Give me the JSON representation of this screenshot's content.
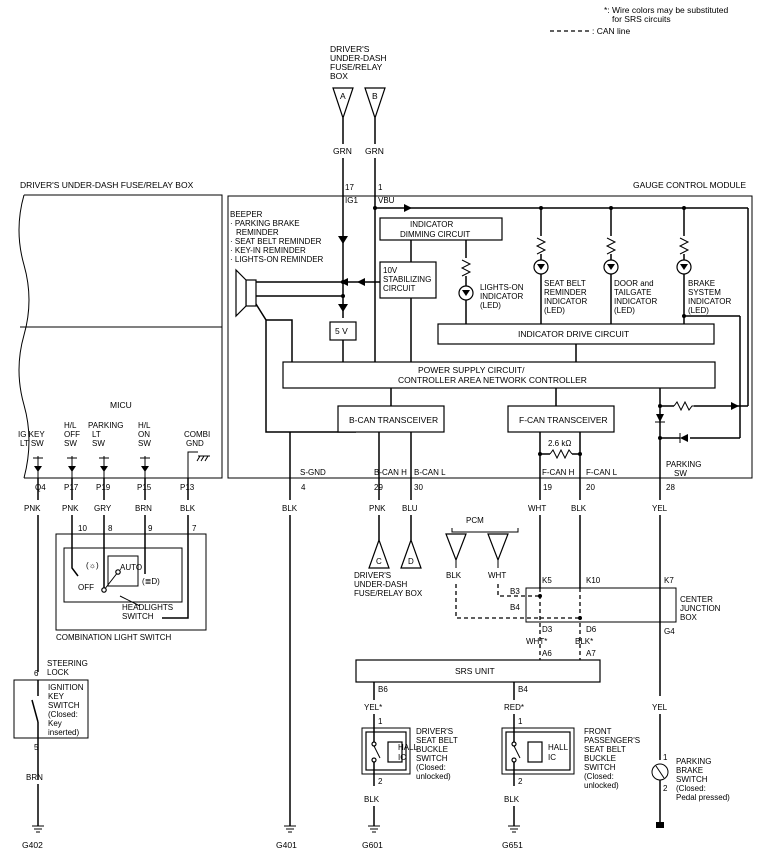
{
  "legend": {
    "wire_note_1": "*: Wire colors may be substituted",
    "wire_note_2": "for SRS circuits",
    "can_note": ": CAN line"
  },
  "fuse_box_top": {
    "l1": "DRIVER'S",
    "l2": "UNDER-DASH",
    "l3": "FUSE/RELAY",
    "l4": "BOX",
    "conn_a": "A",
    "conn_b": "B",
    "wire_a": "GRN",
    "wire_b": "GRN"
  },
  "left_box_title": "DRIVER'S UNDER-DASH FUSE/RELAY BOX",
  "gauge_title": "GAUGE CONTROL MODULE",
  "pins_top": {
    "p17": "17",
    "ig1": "IG1",
    "p1": "1",
    "vbu": "VBU"
  },
  "beeper": {
    "l1": "BEEPER",
    "l2": "· PARKING BRAKE",
    "l3": "REMINDER",
    "l4": "· SEAT BELT REMINDER",
    "l5": "· KEY-IN REMINDER",
    "l6": "· LIGHTS-ON REMINDER"
  },
  "dimming": {
    "l1": "INDICATOR",
    "l2": "DIMMING CIRCUIT"
  },
  "stab": {
    "l1": "10V",
    "l2": "STABILIZING",
    "l3": "CIRCUIT"
  },
  "five_v": "5 V",
  "lights_on": {
    "l1": "LIGHTS-ON",
    "l2": "INDICATOR",
    "l3": "(LED)"
  },
  "seatbelt_ind": {
    "l1": "SEAT BELT",
    "l2": "REMINDER",
    "l3": "INDICATOR",
    "l4": "(LED)"
  },
  "door_ind": {
    "l1": "DOOR and",
    "l2": "TAILGATE",
    "l3": "INDICATOR",
    "l4": "(LED)"
  },
  "brake_ind": {
    "l1": "BRAKE",
    "l2": "SYSTEM",
    "l3": "INDICATOR",
    "l4": "(LED)"
  },
  "drive_circuit": "INDICATOR DRIVE CIRCUIT",
  "power": {
    "l1": "POWER SUPPLY CIRCUIT/",
    "l2": "CONTROLLER AREA NETWORK CONTROLLER"
  },
  "bcan": "B-CAN TRANSCEIVER",
  "fcan": "F-CAN TRANSCEIVER",
  "resistor": "2.6 kΩ",
  "parking_sw": {
    "l1": "PARKING",
    "l2": "SW"
  },
  "micu": "MICU",
  "micu_sw": {
    "ig_key_1": "IG KEY",
    "ig_key_2": "LT SW",
    "hl_off_1": "H/L",
    "hl_off_2": "OFF",
    "hl_off_3": "SW",
    "park_1": "PARKING",
    "park_2": "LT",
    "park_3": "SW",
    "hl_on_1": "H/L",
    "hl_on_2": "ON",
    "hl_on_3": "SW",
    "combi_1": "COMBI",
    "combi_2": "GND"
  },
  "micu_pins": {
    "q4": "Q4",
    "p17": "P17",
    "p19": "P19",
    "p15": "P15",
    "p13": "P13"
  },
  "micu_wires": {
    "pnk1": "PNK",
    "pnk2": "PNK",
    "gry": "GRY",
    "brn": "BRN",
    "blk": "BLK"
  },
  "gcm_pins": {
    "sgnd": "S-GND",
    "p4": "4",
    "bcanh": "B-CAN H",
    "p29": "29",
    "bcanl": "B-CAN L",
    "p30": "30",
    "fcanh": "F-CAN H",
    "p19": "19",
    "fcanl": "F-CAN L",
    "p20": "20",
    "p28": "28"
  },
  "gcm_wires": {
    "blk": "BLK",
    "pnk": "PNK",
    "blu": "BLU",
    "wht": "WHT",
    "blk2": "BLK",
    "yel": "YEL"
  },
  "combo": {
    "p10": "10",
    "p8": "8",
    "p9": "9",
    "p7": "7",
    "sym1": "(☼)",
    "auto": "AUTO",
    "sym2": "(≣D)",
    "off": "OFF",
    "hl1": "HEADLIGHTS",
    "hl2": "SWITCH",
    "title": "COMBINATION LIGHT SWITCH"
  },
  "fuse_bottom": {
    "c": "C",
    "d": "D",
    "l1": "DRIVER'S",
    "l2": "UNDER-DASH",
    "l3": "FUSE/RELAY BOX"
  },
  "pcm": {
    "title": "PCM",
    "blk": "BLK",
    "wht": "WHT"
  },
  "cjb": {
    "k5": "K5",
    "k10": "K10",
    "k7": "K7",
    "b3": "B3",
    "b4": "B4",
    "l1": "CENTER",
    "l2": "JUNCTION",
    "l3": "BOX",
    "g4": "G4",
    "d3": "D3",
    "d6": "D6",
    "wht": "WHT*",
    "blk": "BLK*",
    "a6": "A6",
    "a7": "A7"
  },
  "srs": "SRS UNIT",
  "srs_pins": {
    "b6": "B6",
    "b4": "B4",
    "yel": "YEL*",
    "red": "RED*"
  },
  "drv_buckle": {
    "l1": "DRIVER'S",
    "l2": "SEAT BELT",
    "l3": "BUCKLE",
    "l4": "SWITCH",
    "l5": "(Closed:",
    "l6": "unlocked)",
    "p1": "1",
    "p2": "2",
    "hall1": "HALL",
    "hall2": "IC"
  },
  "pas_buckle": {
    "l1": "FRONT",
    "l2": "PASSENGER'S",
    "l3": "SEAT BELT",
    "l4": "BUCKLE",
    "l5": "SWITCH",
    "l6": "(Closed:",
    "l7": "unlocked)",
    "p1": "1",
    "p2": "2",
    "hall1": "HALL",
    "hall2": "IC"
  },
  "steering": {
    "p6": "6",
    "l1": "STEERING",
    "l2": "LOCK",
    "sw1": "IGNITION",
    "sw2": "KEY",
    "sw3": "SWITCH",
    "sw4": "(Closed:",
    "sw5": "Key",
    "sw6": "inserted)",
    "p5": "5"
  },
  "pbrake": {
    "p1": "1",
    "p2": "2",
    "l1": "PARKING",
    "l2": "BRAKE",
    "l3": "SWITCH",
    "l4": "(Closed:",
    "l5": "Pedal pressed)"
  },
  "bottom_wires": {
    "brn": "BRN",
    "blk1": "BLK",
    "blk2": "BLK",
    "yel": "YEL"
  },
  "grounds": {
    "g402": "G402",
    "g401": "G401",
    "g601": "G601",
    "g651": "G651"
  }
}
